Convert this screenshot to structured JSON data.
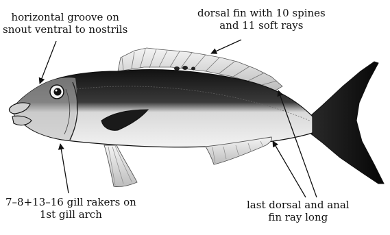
{
  "labels": {
    "snout_groove": [
      "horizontal groove on",
      "snout ventral to nostrils"
    ],
    "dorsal_fin": [
      "dorsal fin with 10 spines",
      "and 11 soft rays"
    ],
    "gill_rakers": [
      "7–8+13–16 gill rakers on",
      "1st gill arch"
    ],
    "last_rays": [
      "last dorsal and anal",
      "fin ray long"
    ]
  },
  "colors": {
    "ink": "#111111",
    "body_dark": "#1c1c1c",
    "body_light": "#e6e6e6",
    "tail": "#0d0d0d"
  }
}
